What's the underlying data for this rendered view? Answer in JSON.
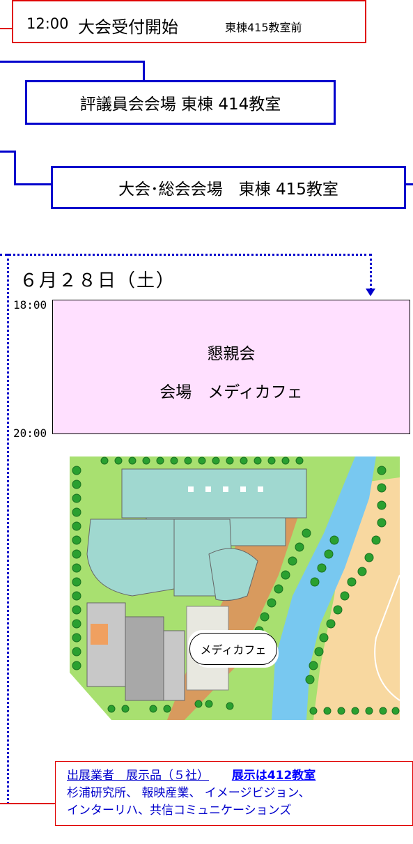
{
  "schedule": {
    "reception": {
      "time": "12:00",
      "title": "大会受付開始",
      "place": "東棟415教室前"
    },
    "council": {
      "title": "評議員会会場 東棟 414教室"
    },
    "general": {
      "title": "大会･総会会場　東棟 415教室"
    }
  },
  "day2": {
    "date": "６月２８日（土）",
    "start": "18:00",
    "end": "20:00"
  },
  "party": {
    "title": "懇親会",
    "venue": "会場　メディカフェ"
  },
  "map": {
    "cafe_label": "メディカフェ"
  },
  "exhibit": {
    "header_left": "出展業者　展示品（５社）",
    "header_right": "展示は412教室",
    "line1": "杉浦研究所、 報映産業、 イメージビジョン、",
    "line2": "インターリハ、共信コミュニケーションズ"
  },
  "colors": {
    "blue": "#0000cc",
    "red": "#e00000",
    "pink": "#ffe0ff",
    "water": "#78c8f0",
    "grass": "#a8e070",
    "building": "#a0d8d0",
    "sand": "#f8d8a0"
  }
}
